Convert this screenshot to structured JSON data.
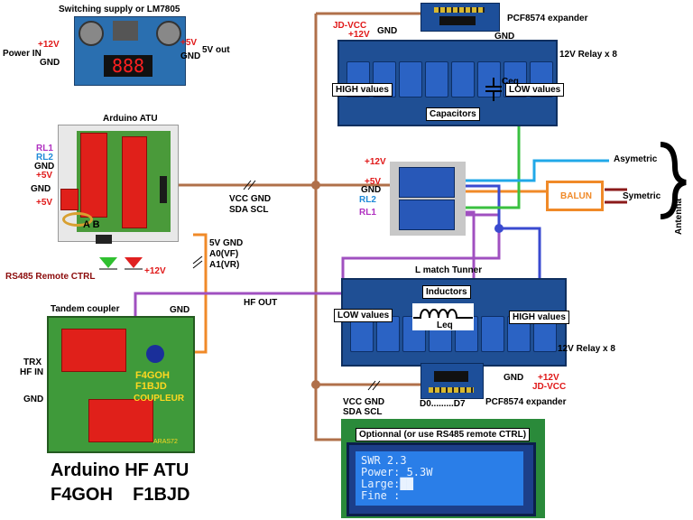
{
  "power": {
    "title": "Switching supply or LM7805",
    "in_label": "Power IN",
    "plus12": "+12V",
    "gnd": "GND",
    "plus5": "+5V",
    "gnd2": "GND",
    "out_label": "5V out",
    "display": "888"
  },
  "arduino": {
    "title": "Arduino ATU",
    "rl1": "RL1",
    "rl2": "RL2",
    "gnd": "GND",
    "plus5": "+5V",
    "gnd2": "GND",
    "plus5b": "+5V",
    "ab": "A  B",
    "rs485": "RS485 Remote CTRL",
    "plus12": "+12V"
  },
  "top_relay": {
    "jd_vcc": "JD-VCC",
    "plus12": "+12V",
    "gnd": "GND",
    "gnd2": "GND",
    "expander": "PCF8574 expander",
    "relay_title": "12V Relay x 8",
    "high": "HIGH values",
    "low": "LOW values",
    "ceq": "Ceq",
    "caps": "Capacitors"
  },
  "mid": {
    "plus12": "+12V",
    "plus5": "+5V",
    "gnd": "GND",
    "rl2": "RL2",
    "rl1": "RL1",
    "asym": "Asymetric",
    "sym": "Symetric",
    "balun": "BALUN",
    "antenna": "Antenna",
    "vcc_gnd": "VCC GND",
    "sda_scl": "SDA SCL",
    "v5gnd": "5V GND",
    "a0": "A0(VF)",
    "a1": "A1(VR)",
    "hf_out": "HF OUT"
  },
  "bottom_relay": {
    "title": "L match Tunner",
    "inductors": "Inductors",
    "low": "LOW values",
    "leq": "Leq",
    "high": "HIGH values",
    "relay_title": "12V Relay x 8",
    "gnd": "GND",
    "plus12": "+12V",
    "jd_vcc": "JD-VCC",
    "expander": "PCF8574 expander",
    "d": "D0.........D7",
    "vcc_gnd": "VCC GND",
    "sda_scl": "SDA SCL"
  },
  "coupler": {
    "title": "Tandem coupler",
    "gnd": "GND",
    "trx": "TRX",
    "hf_in": "HF IN",
    "gnd2": "GND",
    "call1": "F4GOH",
    "call2": "F1BJD",
    "name": "COUPLEUR",
    "ref": "ARAS72"
  },
  "lcd": {
    "optional": "Optionnal (or use RS485 remote CTRL)",
    "line1": "SWR  2.3",
    "line2": "Power: 5.3W",
    "line3": "Large:██",
    "line4": "Fine :"
  },
  "footer": {
    "line1": "Arduino HF ATU",
    "line2": "F4GOH    F1BJD"
  },
  "colors": {
    "wire_brown": "#b0704a",
    "wire_orange": "#f08a28",
    "wire_purple": "#a050c0",
    "wire_blue": "#3a4ad0",
    "wire_green": "#3ac040",
    "wire_cyan": "#20a8e8",
    "board_blue": "#1f4f94"
  }
}
